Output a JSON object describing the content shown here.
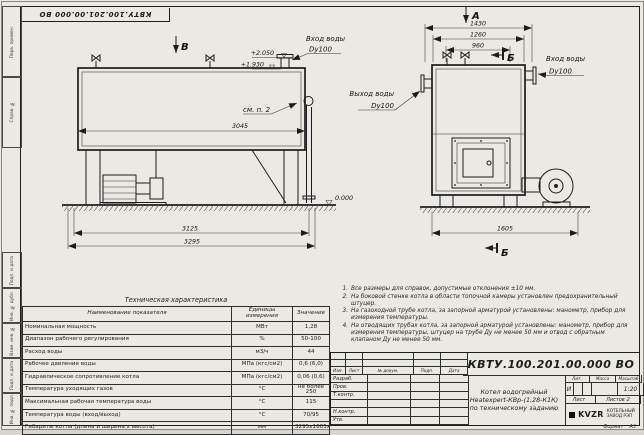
{
  "stamp": {
    "doc_number": "КВТУ.100.201.00.000 ВО"
  },
  "margin_labels": {
    "top1": "Перв. примен.",
    "top2": "Справ. №",
    "b1": "Подп. и дата",
    "b2": "Инв. № дубл.",
    "b3": "Взам. инв. №",
    "b4": "Подп. и дата",
    "b5": "Инв. № подл."
  },
  "views": {
    "side": {
      "view_marker": "В",
      "inlet_label": "Вход воды",
      "inlet_size": "Dy100",
      "see_ref": "см. п. 2",
      "elev_top": "+2.050",
      "elev_mid": "+1.930",
      "elev_zero": "0.000",
      "dim_body": "3045",
      "dim_frame": "3125",
      "dim_overall": "3295"
    },
    "front": {
      "view_marker": "А",
      "section_marker": "Б",
      "outlet_label": "Выход воды",
      "outlet_size": "Dy100",
      "inlet_label": "Вход воды",
      "inlet_size": "Dy100",
      "dim_w1": "1430",
      "dim_w2": "1260",
      "dim_w3": "960",
      "dim_bottom": "1605"
    }
  },
  "tech_table": {
    "title": "Техническая характеристика",
    "headers": [
      "Наименование показателя",
      "Единицы измерения",
      "Значение"
    ],
    "rows": [
      [
        "Номинальная мощность",
        "МВт",
        "1,28"
      ],
      [
        "Диапазон рабочего регулирования",
        "%",
        "50-100"
      ],
      [
        "Расход воды",
        "м3/ч",
        "44"
      ],
      [
        "Рабочее давление воды",
        "МПа (кгс/см2)",
        "0,6 (6,0)"
      ],
      [
        "Гидравлическое сопротивление котла",
        "МПа (кгс/см2)",
        "0,06 (0,6)"
      ],
      [
        "Температура уходящих газов",
        "°С",
        "не более 250"
      ],
      [
        "Максимальная рабочая температура воды",
        "°С",
        "115"
      ],
      [
        "Температура воды (вход/выход)",
        "°С",
        "70/95"
      ],
      [
        "Габариты котла (длина и ширина х высота)",
        "мм",
        "3295х1605х2050"
      ]
    ]
  },
  "notes": {
    "items": [
      {
        "num": "1.",
        "text": "Все размеры для справок, допустимые отклонения ±10 мм."
      },
      {
        "num": "2.",
        "text": "На боковой стенке котла в области топочной камеры установлен предохранительный штуцер."
      },
      {
        "num": "3.",
        "text": "На газоходной трубе котла, за запорной арматурой установлены: манометр, прибор для измерения температуры."
      },
      {
        "num": "4.",
        "text": "На отводящих трубах котла, за запорной арматурой установлены: манометр, прибор для измерения температуры, штуцер на трубе Ду не менее 50 мм и отвод с обратным клапаном Ду не менее 50 мм."
      }
    ]
  },
  "title_block": {
    "doc_number": "КВТУ.100.201.00.000  ВО",
    "cols": {
      "izm": "Изм.",
      "list": "Лист",
      "doc": "№ докум.",
      "podp": "Подп.",
      "data": "Дата"
    },
    "roles": [
      "Разраб.",
      "Пров.",
      "Т.контр.",
      "",
      "Н.контр.",
      "Утв."
    ],
    "product_line1": "Котел водогрейный",
    "product_line2": "Heatexpert-КВр-(1,28-К1К)",
    "product_line3": "по техническому заданию",
    "lit_label": "Лит.",
    "lit_value": "И",
    "mass_label": "Масса",
    "mass_value": "",
    "scale_label": "Масштаб",
    "scale_value": "1:20",
    "sheet_label": "Лист",
    "sheet_value": "",
    "sheets_label": "Листов",
    "sheets_value": "2",
    "company_logo": "KVZR",
    "company_name1": "КОТЕЛЬНЫЙ",
    "company_name2": "ЗАВОД РЭП",
    "format_label": "Формат",
    "format_value": "А3"
  }
}
